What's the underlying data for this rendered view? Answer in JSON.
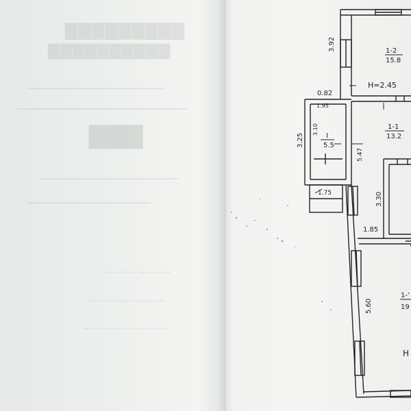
{
  "plan": {
    "dimensions": {
      "top_left_height": "3.92",
      "hall_top_width": "0.82",
      "hall_inner_width": "1.95",
      "hall_height": "3.25",
      "hall_inner_height": "3.10",
      "hall_bottom_width": "1.75",
      "mid_wall": "5.47",
      "room_inner_height": "3.30",
      "corridor_width": "1.85",
      "lower_room_height": "5.60"
    },
    "ceiling_height_top": "H=2.45",
    "ceiling_height_bottom_partial": "H",
    "rooms": [
      {
        "id": "r1-2",
        "number": "1-2",
        "area": "15.8"
      },
      {
        "id": "r1-1",
        "number": "1-1",
        "area": "13.2"
      },
      {
        "id": "rI",
        "number": "I",
        "area": "5.5"
      },
      {
        "id": "r1-x",
        "number": "1-’",
        "area": "19"
      }
    ]
  }
}
